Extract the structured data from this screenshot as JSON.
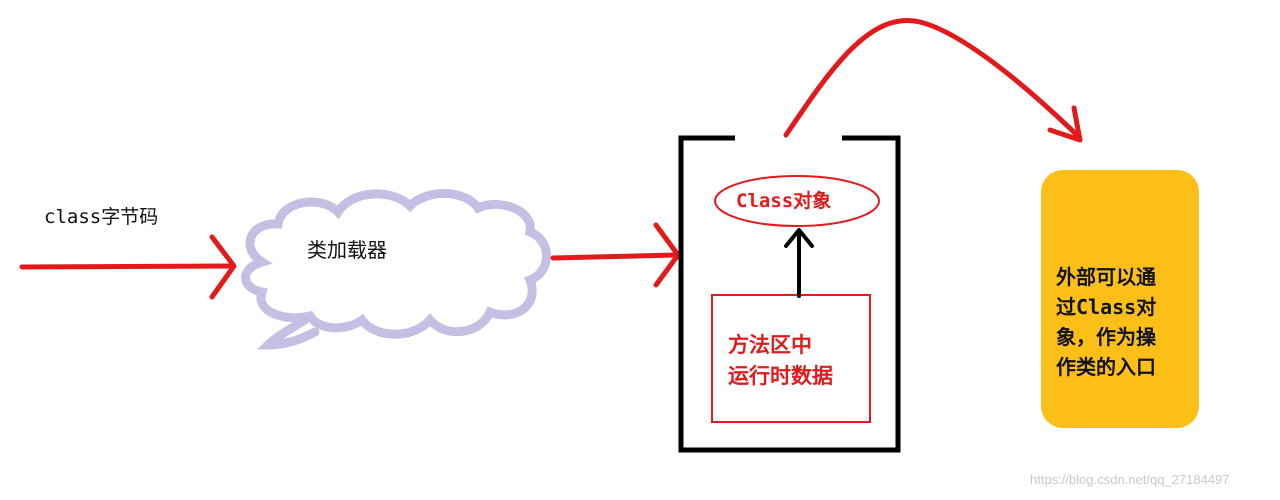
{
  "labels": {
    "bytecode": "class字节码",
    "class_loader": "类加载器",
    "class_object": "Class对象",
    "method_area": [
      "方法区中",
      "运行时数据"
    ],
    "exit_note": [
      "外部可以通",
      "过Class对",
      "象，作为操",
      "作类的入口"
    ],
    "watermark": "https://blog.csdn.net/qq_27184497"
  },
  "colors": {
    "arrow": "#e31a1c",
    "cloud": "#c5c0e3",
    "box_border": "#000000",
    "label_red": "#e31a1c",
    "note_fill": "#fbbf17"
  }
}
